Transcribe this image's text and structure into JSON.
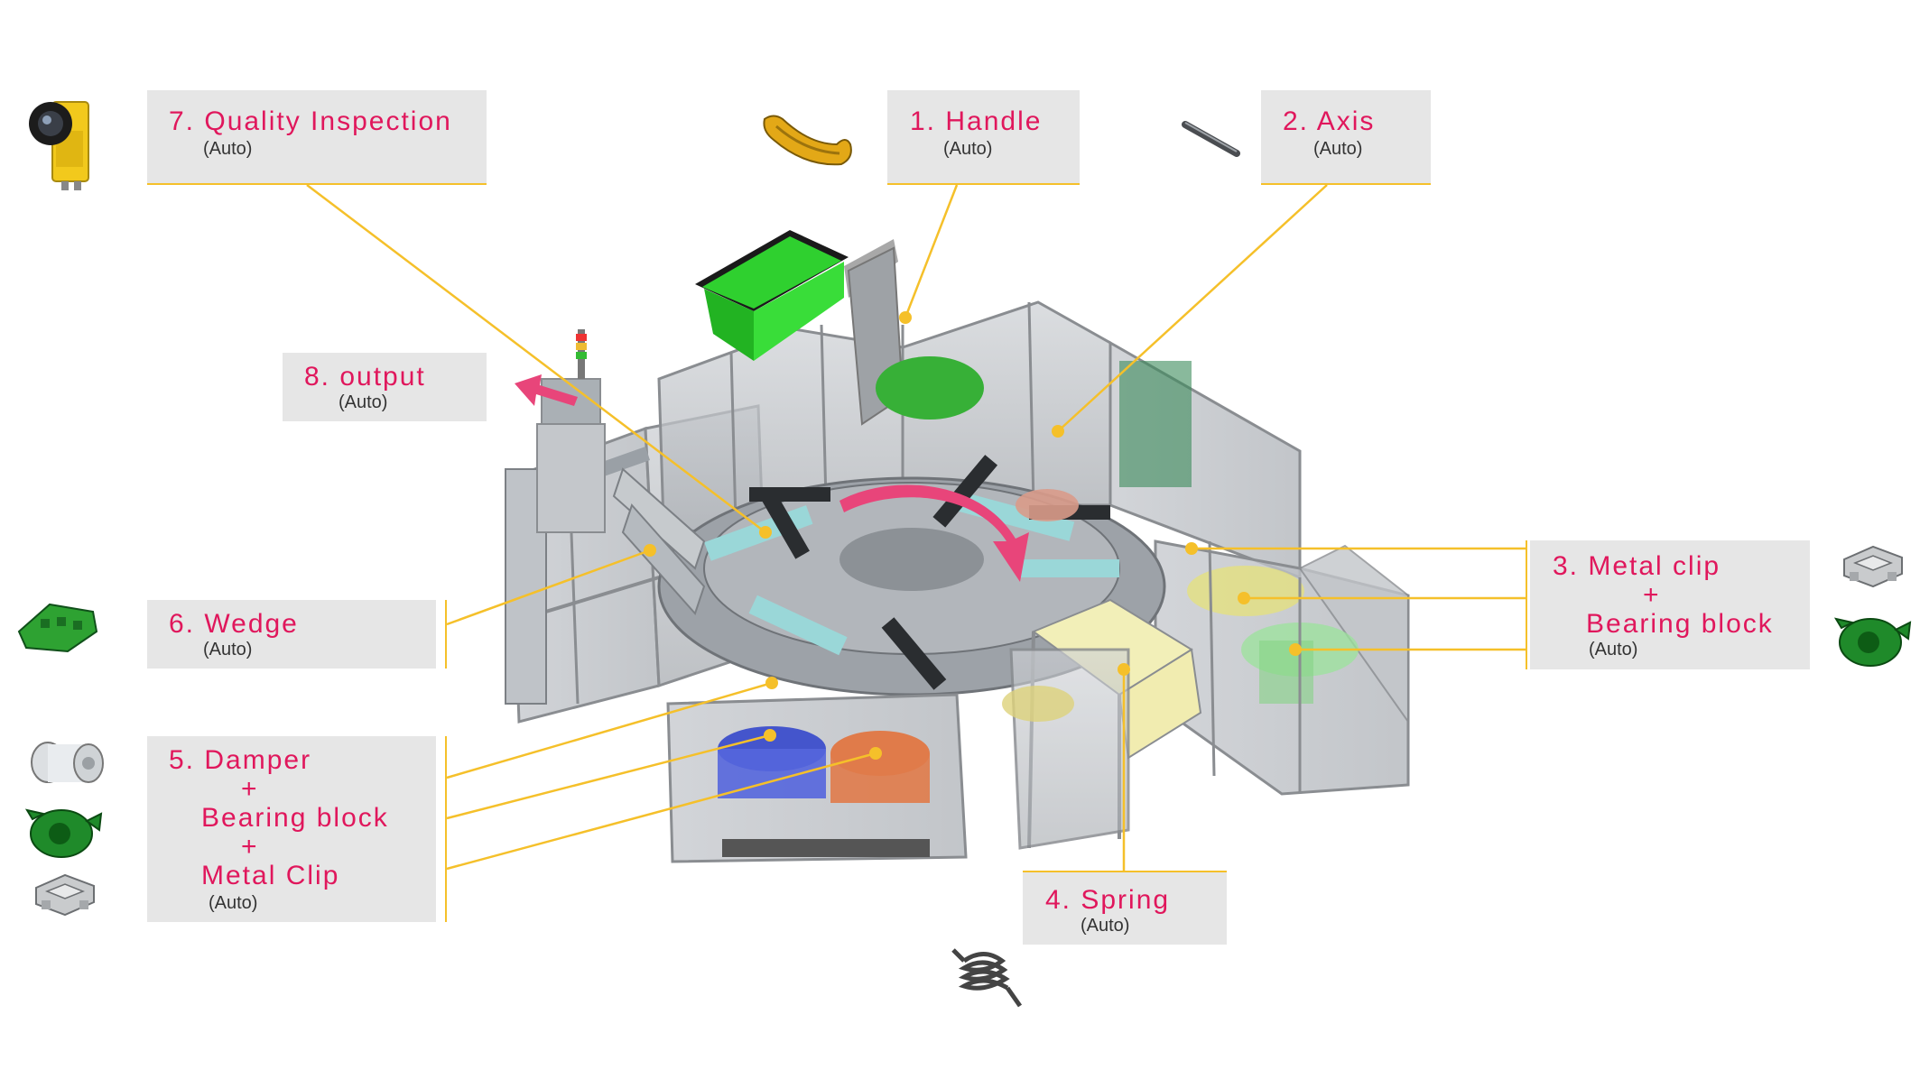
{
  "callouts": {
    "quality": {
      "title": "7. Quality Inspection",
      "mode": "(Auto)"
    },
    "handle": {
      "title": "1. Handle",
      "mode": "(Auto)"
    },
    "axis": {
      "title": "2. Axis",
      "mode": "(Auto)"
    },
    "output": {
      "title": "8. output",
      "mode": "(Auto)"
    },
    "metal_clip": {
      "line1": "3. Metal clip",
      "plus": "+",
      "line2": "Bearing block",
      "mode": "(Auto)"
    },
    "wedge": {
      "title": "6. Wedge",
      "mode": "(Auto)"
    },
    "damper": {
      "line1": "5. Damper",
      "plus1": "+",
      "line2": "Bearing block",
      "plus2": "+",
      "line3": "Metal Clip",
      "mode": "(Auto)"
    },
    "spring": {
      "title": "4. Spring",
      "mode": "(Auto)"
    }
  },
  "colors": {
    "accent_text": "#e0175c",
    "leader_line": "#f5c02a",
    "label_bg": "#e6e6e6",
    "rotation_arrow": "#e8457a",
    "hopper_green": "#22cc22",
    "frame_gray": "#b9bcc0"
  },
  "icons": [
    "camera-icon",
    "handle-part-icon",
    "axis-part-icon",
    "metal-clip-icon",
    "bearing-block-icon",
    "wedge-part-icon",
    "damper-part-icon",
    "spring-part-icon"
  ]
}
